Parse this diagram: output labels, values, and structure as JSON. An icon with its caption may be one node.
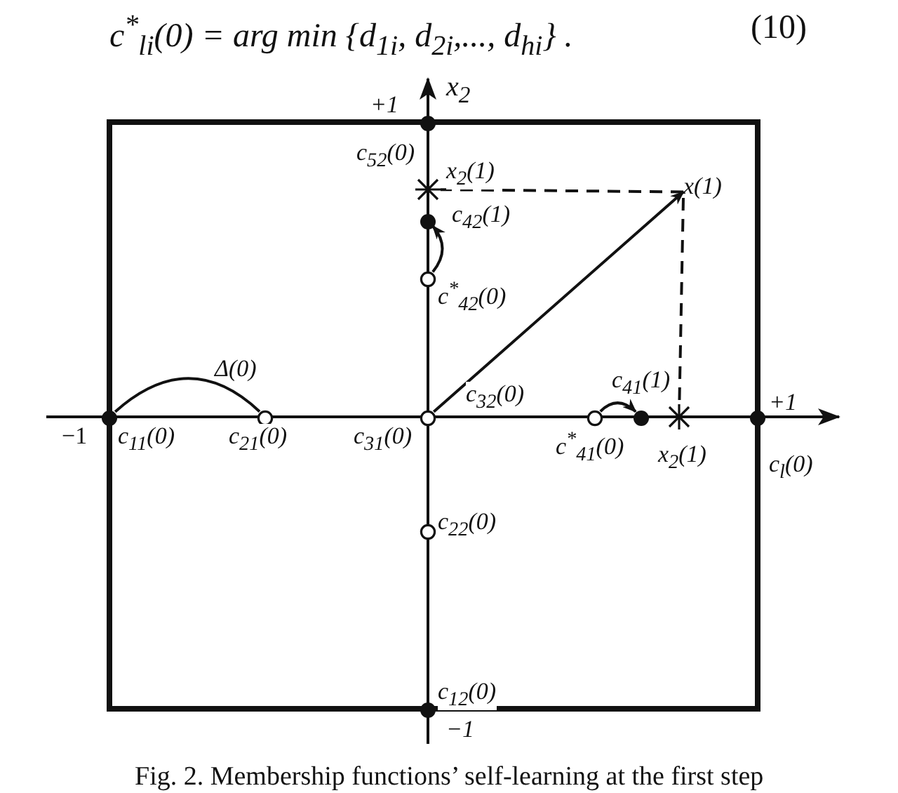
{
  "diagram": {
    "caption": "Fig. 2. Membership functions’ self-learning at the first step",
    "nodes": [
      {
        "text": [],
        "shape": "dot",
        "beside": [
          "c$_{11}$(0)"
        ]
      },
      {
        "text": [],
        "shape": "circle",
        "beside": [
          "c$_{21}$(0)"
        ]
      },
      {
        "text": [],
        "shape": "circle",
        "beside": [
          "c$_{32}$(0)",
          "c$_{31}$(0)"
        ]
      },
      {
        "text": [],
        "shape": "circle",
        "beside": [
          "c$^{*}$$_{41}$(0)"
        ]
      },
      {
        "text": [],
        "shape": "dot",
        "beside": [
          "c$_{41}$(1)"
        ]
      },
      {
        "text": [],
        "shape": "star",
        "beside": [
          "x$_{2}$(1)"
        ]
      },
      {
        "text": [],
        "shape": "dot",
        "beside": [
          "+1",
          "c$_{l}$(0)"
        ]
      },
      {
        "text": [],
        "shape": "circle",
        "beside": [
          "c$_{22}$(0)"
        ]
      },
      {
        "text": [],
        "shape": "dot",
        "beside": [
          "c$_{12}$(0)",
          "−1"
        ]
      },
      {
        "text": [],
        "shape": "circle",
        "beside": [
          "c$^{*}$$_{42}$(0)"
        ]
      },
      {
        "text": [],
        "shape": "dot",
        "beside": [
          "c$_{42}$(1)"
        ]
      },
      {
        "text": [],
        "shape": "star",
        "beside": [
          "x$_{2}$(1)"
        ]
      },
      {
        "text": [],
        "shape": "dot",
        "beside": [
          "c$_{52}$(0)",
          "+1"
        ]
      },
      {
        "text": [
          "x(1)"
        ]
      }
    ],
    "edges": [
      {
        "from": 2,
        "to": 13,
        "arrow": "to"
      },
      {
        "from": 13,
        "to": 11,
        "arrow": "none",
        "style": "dashed"
      },
      {
        "from": 13,
        "to": 5,
        "arrow": "none",
        "style": "dashed"
      },
      {
        "from": 9,
        "to": 10,
        "arrow": "to"
      },
      {
        "from": 3,
        "to": 4,
        "arrow": "to"
      },
      {
        "from": 0,
        "to": 1,
        "arrow": "none",
        "label": "Δ(0)"
      }
    ],
    "labels": [
      "c$^{*}$$_{li}$(0) = arg min {d$_{1i}$, d$_{2i}$,..., d$_{hi}$} .",
      "(10)",
      "x$_{2}$",
      "−1"
    ]
  }
}
